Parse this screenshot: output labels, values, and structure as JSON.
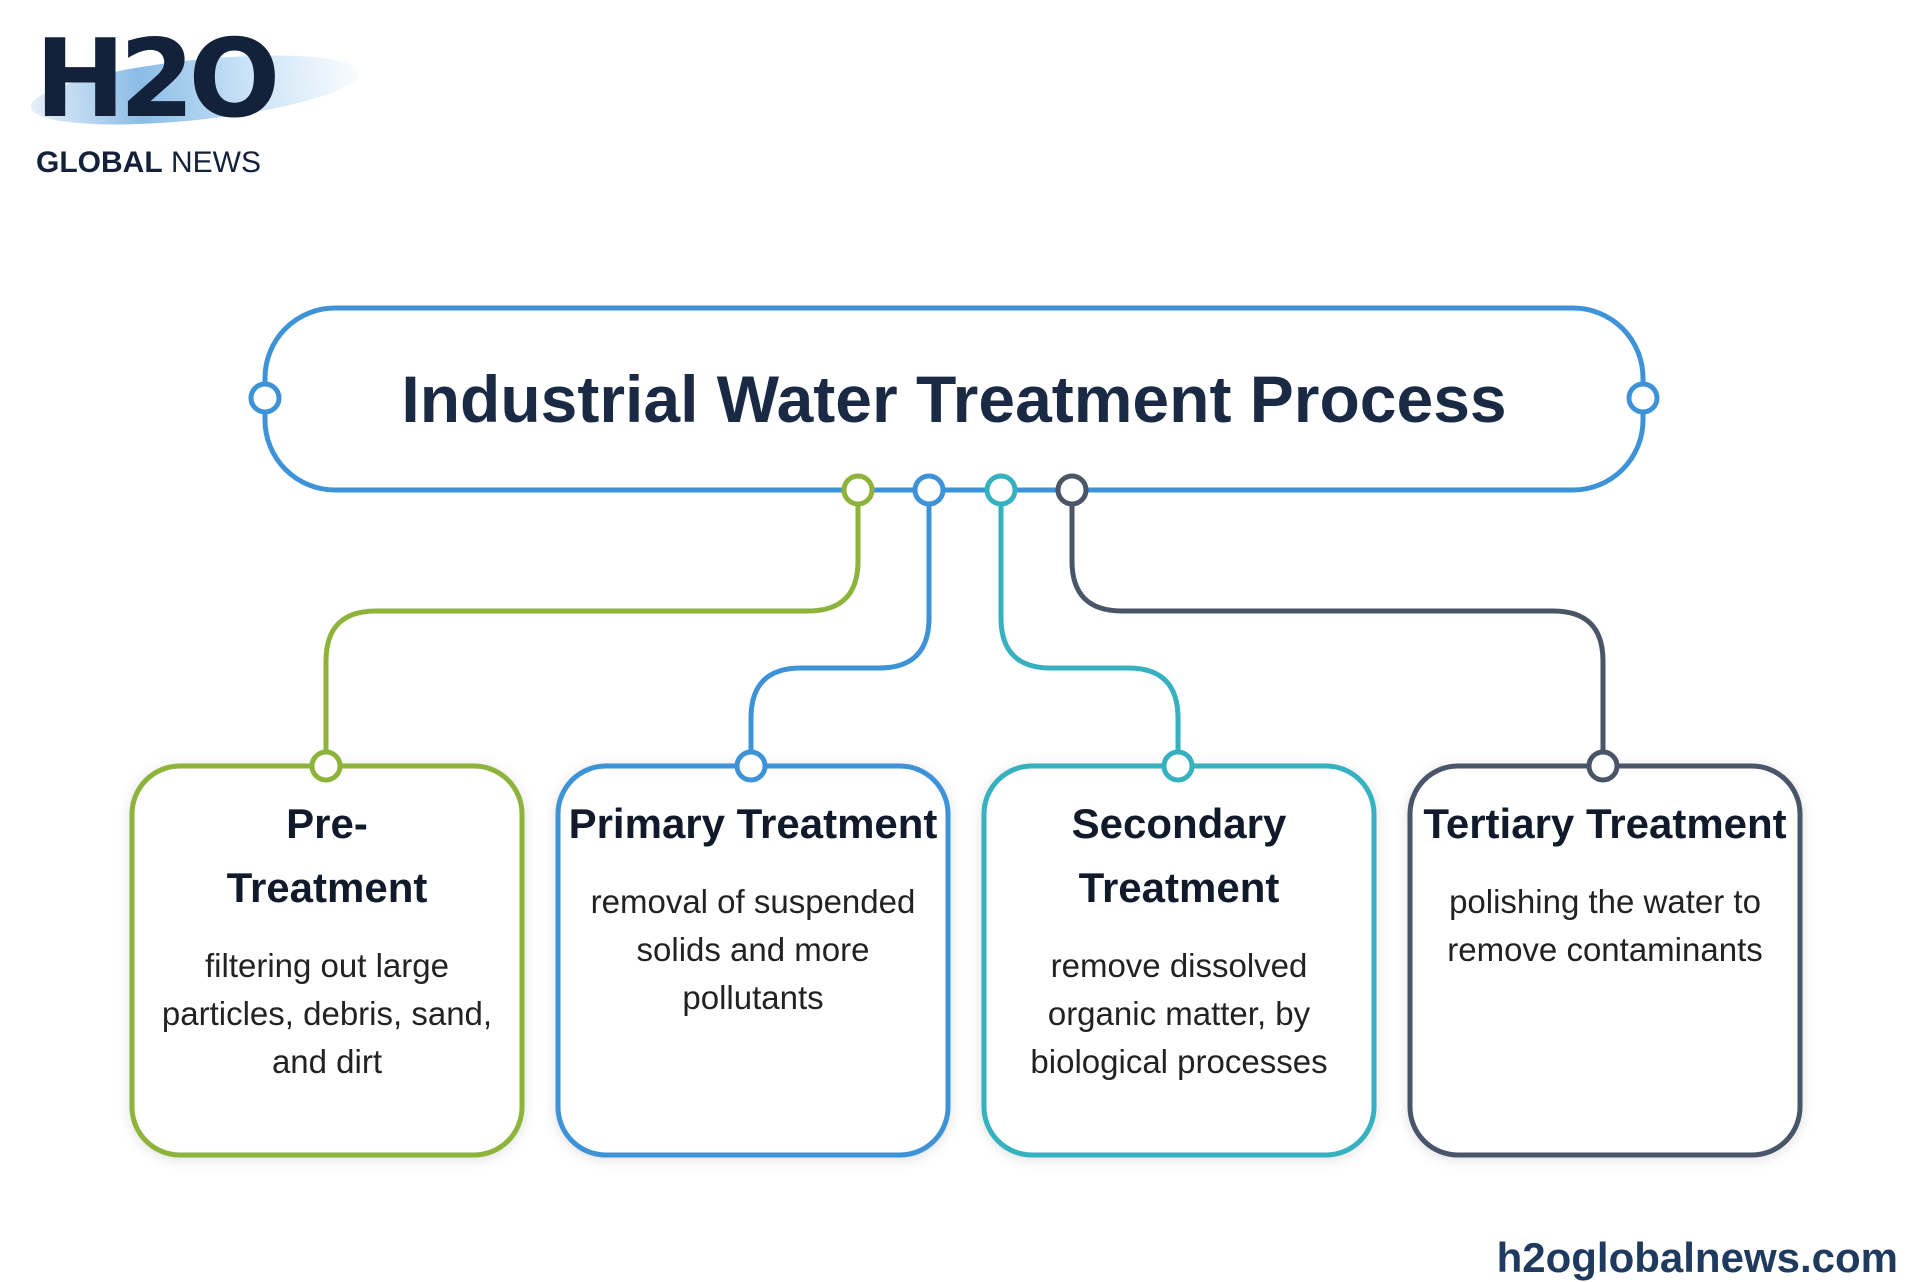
{
  "logo": {
    "mark": "H2O",
    "name_bold": "GLOBAL",
    "name_light": "NEWS"
  },
  "title": "Industrial Water Treatment Process",
  "colors": {
    "title_box": "#3d92d8",
    "text": "#1b2a44"
  },
  "stages": [
    {
      "heading": "Pre-\nTreatment",
      "body": "filtering out large particles, debris, sand, and dirt",
      "color": "#8db33a"
    },
    {
      "heading": "Primary Treatment",
      "body": "removal of suspended solids and more pollutants",
      "color": "#3d92d8"
    },
    {
      "heading": "Secondary Treatment",
      "body": "remove dissolved organic matter,  by biological processes",
      "color": "#35b1bf"
    },
    {
      "heading": "Tertiary Treatment",
      "body": "polishing the water to remove contaminants",
      "color": "#4a5568"
    }
  ],
  "footer": "h2oglobalnews.com"
}
